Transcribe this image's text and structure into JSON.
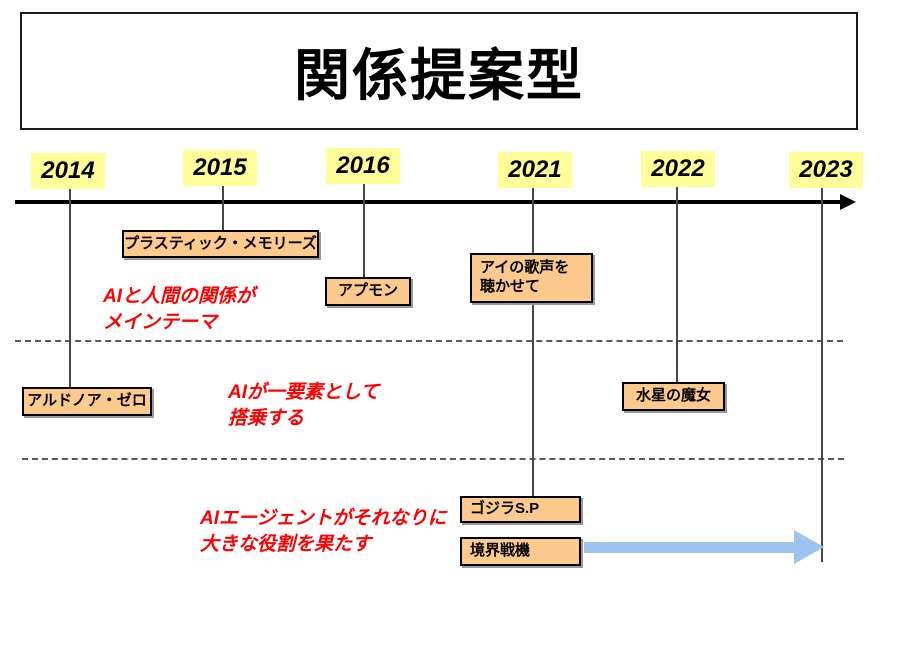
{
  "title": "関係提案型",
  "years": [
    {
      "label": "2014"
    },
    {
      "label": "2015"
    },
    {
      "label": "2016"
    },
    {
      "label": "2021"
    },
    {
      "label": "2022"
    },
    {
      "label": "2023"
    }
  ],
  "works": [
    {
      "label": "プラスティック・メモリーズ",
      "year": "2015"
    },
    {
      "label": "アプモン",
      "year": "2016"
    },
    {
      "label": "アイの歌声を\n聴かせて",
      "year": "2021"
    },
    {
      "label": "アルドノア・ゼロ",
      "year": "2014"
    },
    {
      "label": "水星の魔女",
      "year": "2022"
    },
    {
      "label": "ゴジラS.P",
      "year": "2021"
    },
    {
      "label": "境界戦機",
      "year": "2021"
    }
  ],
  "notes": [
    {
      "text": "AIと人間の関係が\nメインテーマ"
    },
    {
      "text": "AIが一要素として\n搭乗する"
    },
    {
      "text": "AIエージェントがそれなりに\n大きな役割を果たす"
    }
  ],
  "colors": {
    "year_bg": "#FFFF99",
    "work_bg": "#FBCA8C",
    "note_red": "#FF0000",
    "arrow_blue": "#9DC3F0",
    "axis_black": "#000000"
  }
}
